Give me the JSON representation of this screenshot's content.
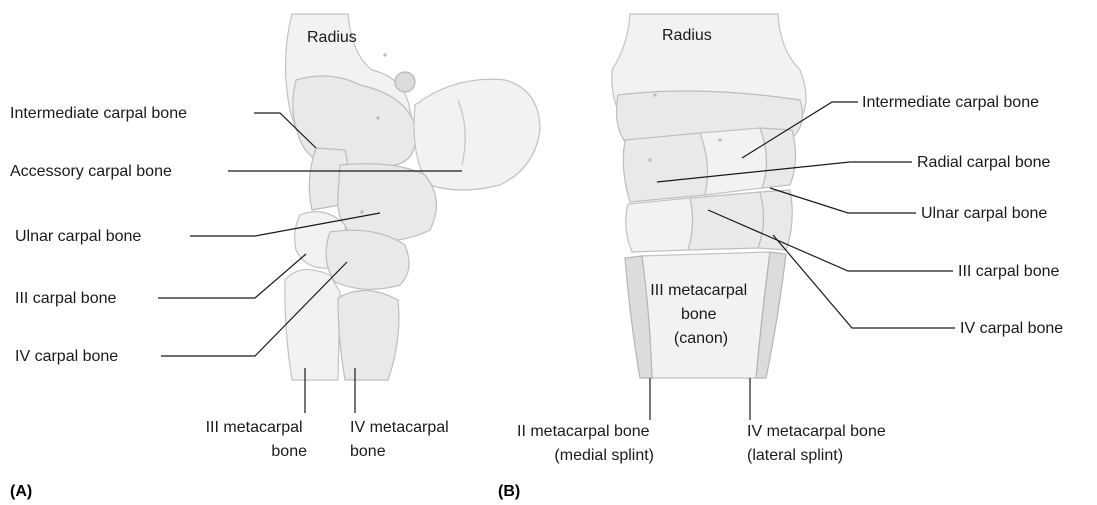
{
  "panel_a": {
    "tag": "(A)",
    "radius": "Radius",
    "intermediate_carpal": "Intermediate carpal bone",
    "accessory_carpal": "Accessory carpal bone",
    "ulnar_carpal": "Ulnar carpal bone",
    "third_carpal": "III carpal bone",
    "fourth_carpal": "IV carpal bone",
    "third_metacarpal": [
      "III metacarpal",
      "bone"
    ],
    "fourth_metacarpal": [
      "IV metacarpal",
      "bone"
    ]
  },
  "panel_b": {
    "tag": "(B)",
    "radius": "Radius",
    "intermediate_carpal": "Intermediate carpal bone",
    "radial_carpal": "Radial carpal bone",
    "ulnar_carpal": "Ulnar carpal bone",
    "third_carpal": "III carpal bone",
    "fourth_carpal": "IV carpal bone",
    "canon": [
      "III metacarpal",
      "bone",
      "(canon)"
    ],
    "second_metacarpal": [
      "II metacarpal bone",
      "(medial splint)"
    ],
    "fourth_metacarpal": [
      "IV metacarpal bone",
      "(lateral splint)"
    ]
  }
}
